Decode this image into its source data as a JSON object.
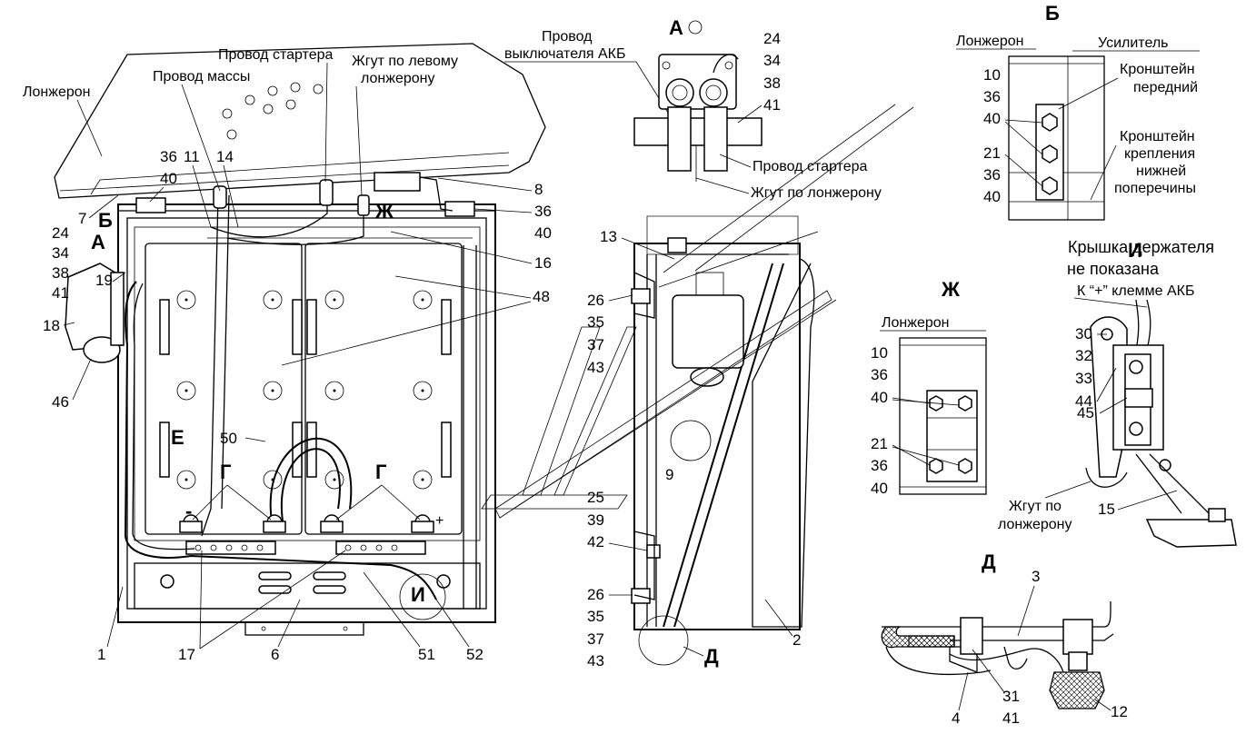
{
  "main_view": {
    "texts": {
      "longeron": "Лонжерон",
      "ground_wire": "Провод массы",
      "starter_wire": "Провод стартера",
      "harness_left_1": "Жгут по левому",
      "harness_left_2": "лонжерону",
      "view_b": "Б",
      "view_a": "А",
      "view_zh": "Ж",
      "view_e": "Е",
      "view_g1": "Г",
      "view_g2": "Г",
      "view_i": "И",
      "minus": "-",
      "plus": "+"
    },
    "callouts": [
      "36",
      "40",
      "11",
      "14",
      "8",
      "7",
      "36",
      "40",
      "24",
      "34",
      "38",
      "41",
      "19",
      "18",
      "46",
      "16",
      "48",
      "50",
      "17",
      "6",
      "51",
      "52",
      "1"
    ]
  },
  "side_view": {
    "callouts": [
      "13",
      "26",
      "35",
      "37",
      "43",
      "9",
      "25",
      "39",
      "42",
      "26",
      "35",
      "37",
      "43",
      "2"
    ],
    "detail_d": "Д"
  },
  "view_a_detail": {
    "title": "А",
    "texts": {
      "switch_wire_1": "Провод",
      "switch_wire_2": "выключателя АКБ",
      "starter_wire": "Провод стартера",
      "harness": "Жгут по лонжерону"
    },
    "callouts": [
      "24",
      "34",
      "38",
      "41"
    ]
  },
  "view_b_detail": {
    "title": "Б",
    "texts": {
      "longeron": "Лонжерон",
      "reinforcement": "Усилитель",
      "front_bracket_1": "Кронштейн",
      "front_bracket_2": "передний",
      "mount_bracket_1": "Кронштейн",
      "mount_bracket_2": "крепления",
      "mount_bracket_3": "нижней",
      "mount_bracket_4": "поперечины"
    },
    "callouts": [
      "10",
      "36",
      "40",
      "21",
      "36",
      "40"
    ]
  },
  "view_zh_detail": {
    "title": "Ж",
    "texts": {
      "longeron": "Лонжерон"
    },
    "callouts": [
      "10",
      "36",
      "40",
      "21",
      "36",
      "40"
    ]
  },
  "view_i_detail": {
    "title": "И",
    "texts": {
      "note_1": "Крышка держателя",
      "note_2": "не показана",
      "terminal": "К “+” клемме АКБ",
      "harness_1": "Жгут по",
      "harness_2": "лонжерону"
    },
    "callouts": [
      "30",
      "32",
      "33",
      "44",
      "45",
      "15"
    ]
  },
  "view_d_detail": {
    "title": "Д",
    "callouts": [
      "3",
      "31",
      "41",
      "4",
      "12"
    ]
  }
}
